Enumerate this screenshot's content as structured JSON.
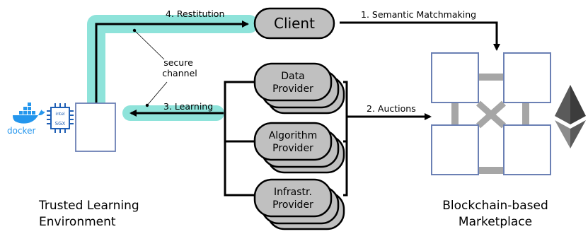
{
  "labels": {
    "client": "Client",
    "restitution": "4. Restitution",
    "matchmaking": "1. Semantic Matchmaking",
    "learning": "3. Learning",
    "auctions": "2. Auctions",
    "secure_channel_line1": "secure",
    "secure_channel_line2": "channel"
  },
  "providers": [
    {
      "line1": "Data",
      "line2": "Provider"
    },
    {
      "line1": "Algorithm",
      "line2": "Provider"
    },
    {
      "line1": "Infrastr.",
      "line2": "Provider"
    }
  ],
  "tle": {
    "line1": "Trusted Learning",
    "line2": "Environment"
  },
  "marketplace": {
    "line1": "Blockchain-based",
    "line2": "Marketplace"
  },
  "logos": {
    "docker": "docker",
    "intel": "intel",
    "sgx": "SGX"
  },
  "colors": {
    "highlight": "#8ee3da",
    "box_stroke": "#6b80b4",
    "node_fill": "#c0c0c0",
    "connector": "#a6a6a6",
    "docker": "#2496ed",
    "chip": "#1f5fb5",
    "eth_dark": "#3c3c3c",
    "eth_light": "#8c8c8c"
  }
}
